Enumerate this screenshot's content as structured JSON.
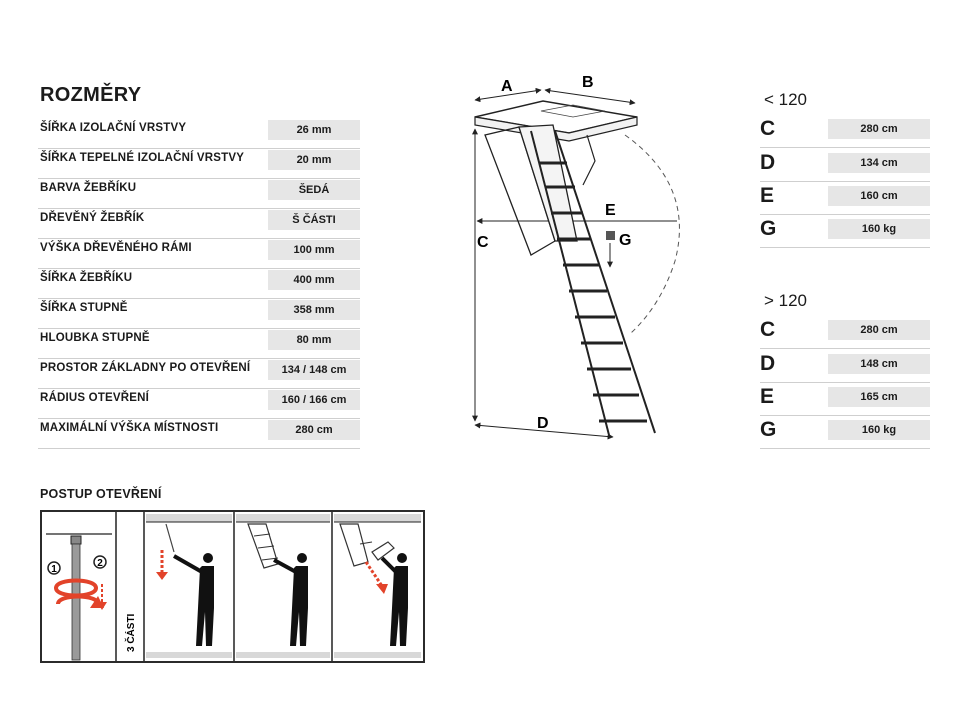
{
  "specs": {
    "title": "ROZMĚRY",
    "rows": [
      {
        "label": "ŠÍŘKA IZOLAČNÍ VRSTVY",
        "value": "26 mm"
      },
      {
        "label": "ŠÍŘKA TEPELNÉ IZOLAČNÍ VRSTVY",
        "value": "20 mm"
      },
      {
        "label": "BARVA ŽEBŘÍKU",
        "value": "ŠEDÁ"
      },
      {
        "label": "DŘEVĚNÝ ŽEBŘÍK",
        "value": "Š ČÁSTI"
      },
      {
        "label": "VÝŠKA DŘEVĚNÉHO RÁMI",
        "value": "100 mm"
      },
      {
        "label": "ŠÍŘKA ŽEBŘÍKU",
        "value": "400 mm"
      },
      {
        "label": "ŠÍŘKA STUPNĚ",
        "value": "358 mm"
      },
      {
        "label": "HLOUBKA STUPNĚ",
        "value": "80 mm"
      },
      {
        "label": "PROSTOR ZÁKLADNY PO OTEVŘENÍ",
        "value": "134 / 148 cm"
      },
      {
        "label": "RÁDIUS OTEVŘENÍ",
        "value": "160 / 166 cm"
      },
      {
        "label": "MAXIMÁLNÍ VÝŠKA MÍSTNOSTI",
        "value": "280 cm"
      }
    ]
  },
  "diagram": {
    "labels": {
      "a": "A",
      "b": "B",
      "c": "C",
      "d": "D",
      "e": "E",
      "g": "G"
    }
  },
  "dimensions": {
    "groups": [
      {
        "title": "< 120",
        "rows": [
          {
            "letter": "C",
            "value": "280 cm"
          },
          {
            "letter": "D",
            "value": "134 cm"
          },
          {
            "letter": "E",
            "value": "160 cm"
          },
          {
            "letter": "G",
            "value": "160 kg"
          }
        ]
      },
      {
        "title": "> 120",
        "rows": [
          {
            "letter": "C",
            "value": "280 cm"
          },
          {
            "letter": "D",
            "value": "148 cm"
          },
          {
            "letter": "E",
            "value": "165 cm"
          },
          {
            "letter": "G",
            "value": "160 kg"
          }
        ]
      }
    ]
  },
  "opening": {
    "title": "POSTUP OTEVŘENÍ",
    "step1": "1",
    "step2": "2",
    "sections_label": "3 ČÁSTI"
  },
  "colors": {
    "accent": "#e2432a",
    "value_bg": "#e6e6e6"
  }
}
